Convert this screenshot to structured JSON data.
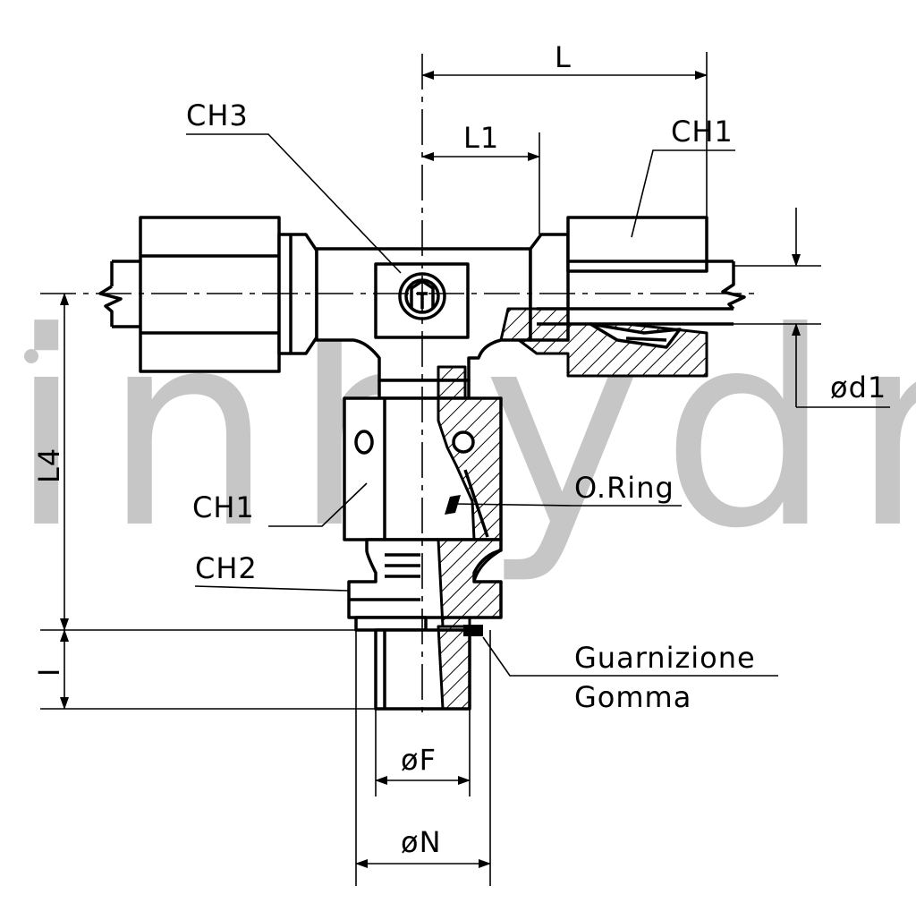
{
  "watermark": "inhydro",
  "labels": {
    "L": "L",
    "L1": "L1",
    "CH3": "CH3",
    "CH1_top": "CH1",
    "CH1_left": "CH1",
    "CH2": "CH2",
    "L4": "L4",
    "I": "I",
    "d1": "ød1",
    "oring": "O.Ring",
    "gasket_line1": "Guarnizione",
    "gasket_line2": "Gomma",
    "F": "øF",
    "N": "øN"
  }
}
